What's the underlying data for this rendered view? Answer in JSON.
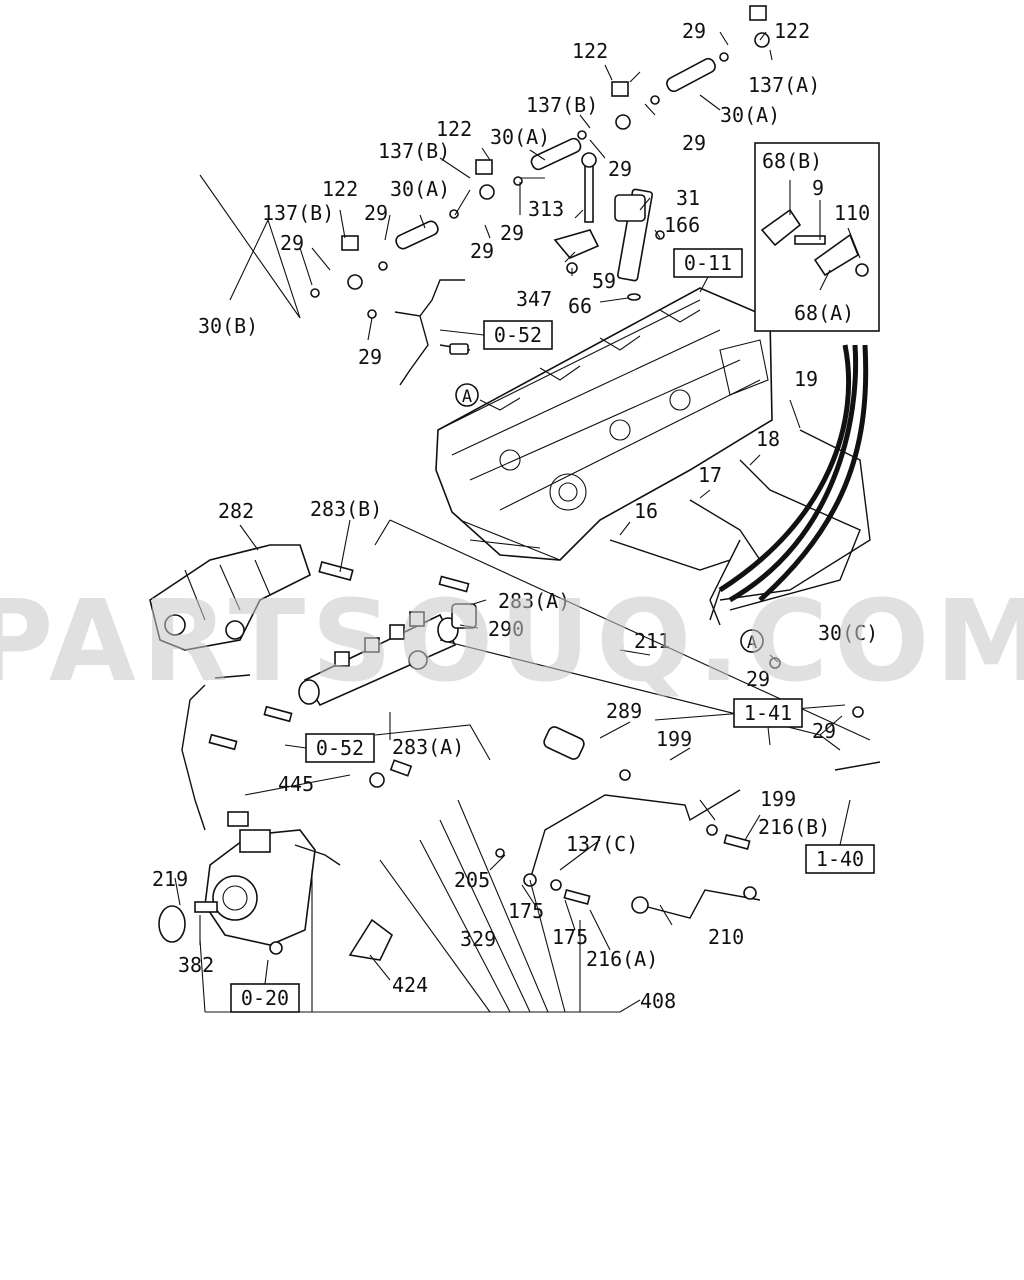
{
  "watermark": "PARTSOUQ.COM",
  "ref_boxes": {
    "r011": "0-11",
    "r052a": "0-52",
    "r052b": "0-52",
    "r141": "1-41",
    "r140": "1-40",
    "r020": "0-20"
  },
  "circle_refs": {
    "a1": "A",
    "a2": "A"
  },
  "labels": {
    "l122a": "122",
    "l29a": "29",
    "l137Aa": "137(A)",
    "l122b": "122",
    "l137Ba": "137(B)",
    "l30Aa": "30(A)",
    "l29b": "29",
    "l122c": "122",
    "l30Ab": "30(A)",
    "l137Bb": "137(B)",
    "l29c": "29",
    "l122d": "122",
    "l30Ac": "30(A)",
    "l137Bc": "137(B)",
    "l29d": "29",
    "l313": "313",
    "l29e": "29",
    "l31": "31",
    "l166": "166",
    "l29f": "29",
    "l29g": "29",
    "l59": "59",
    "l347": "347",
    "l66": "66",
    "l30B": "30(B)",
    "l29h": "29",
    "l68B": "68(B)",
    "l9": "9",
    "l110": "110",
    "l68A": "68(A)",
    "l19": "19",
    "l18": "18",
    "l17": "17",
    "l16": "16",
    "l282": "282",
    "l283B": "283(B)",
    "l283Aa": "283(A)",
    "l290": "290",
    "l211": "211",
    "l30C": "30(C)",
    "l29i": "29",
    "l289": "289",
    "l29j": "29",
    "l283Ab": "283(A)",
    "l199a": "199",
    "l445": "445",
    "l199b": "199",
    "l216B": "216(B)",
    "l137C": "137(C)",
    "l205": "205",
    "l175a": "175",
    "l219": "219",
    "l175b": "175",
    "l210": "210",
    "l329": "329",
    "l216A": "216(A)",
    "l382": "382",
    "l424": "424",
    "l408": "408"
  }
}
